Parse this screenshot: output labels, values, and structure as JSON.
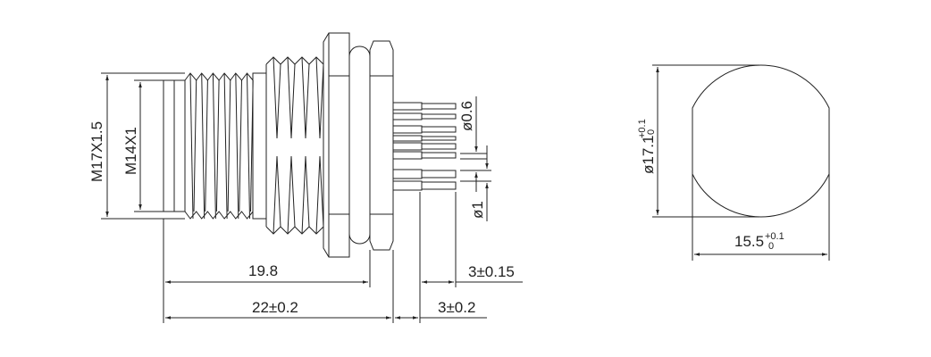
{
  "drawing": {
    "side_view": {
      "thread_outer": "M17X1.5",
      "thread_inner": "M14X1",
      "pin_diameter_small": "ø0.6",
      "pin_diameter_large": "ø1",
      "length_thread": "19.8",
      "length_total": "22±0.2",
      "pin_length_small": "3±0.15",
      "pin_length_large": "3±0.2"
    },
    "front_view": {
      "diameter_base": "ø17.1",
      "diameter_tol_upper": "+0.1",
      "diameter_tol_lower": "0",
      "flat_base": "15.5",
      "flat_tol_upper": "+0.1",
      "flat_tol_lower": "0"
    }
  }
}
